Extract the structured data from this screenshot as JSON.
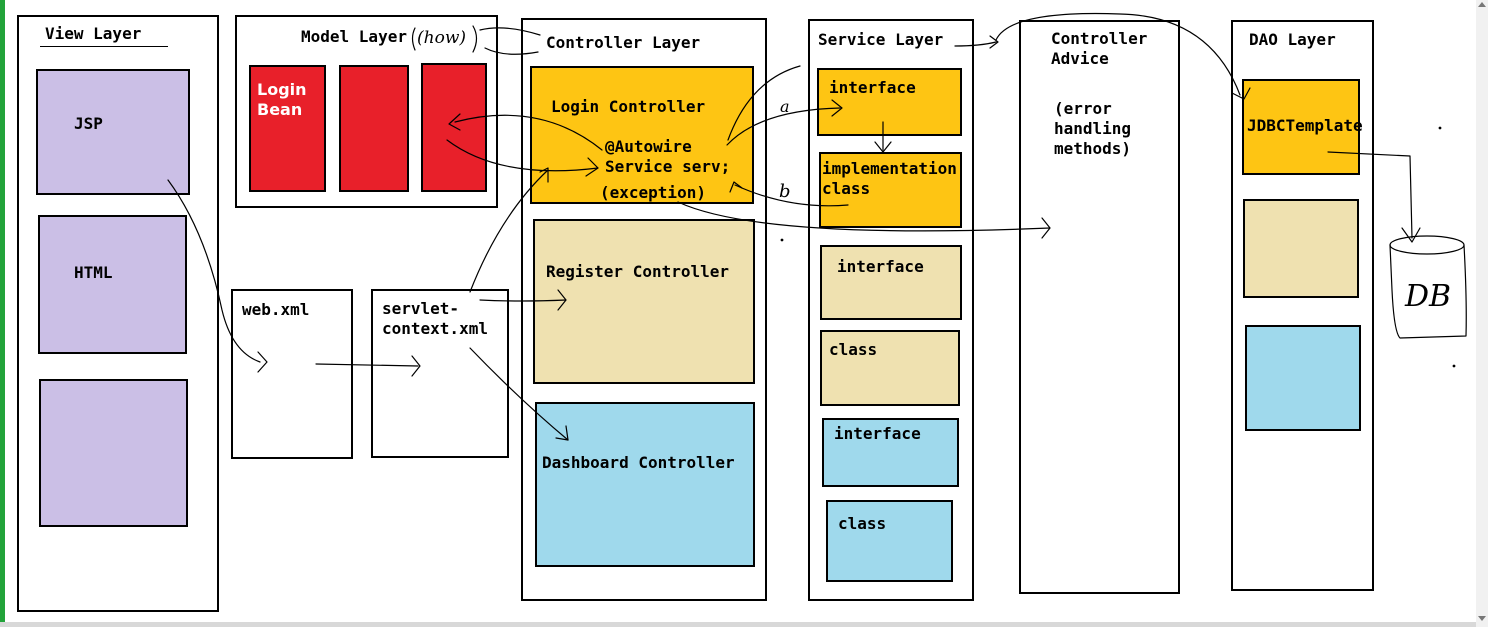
{
  "view_layer": {
    "title": "View Layer",
    "items": [
      "JSP",
      "HTML",
      ""
    ]
  },
  "model_layer": {
    "title": "Model Layer",
    "note": "(how)",
    "bean": "Login\nBean"
  },
  "config": {
    "web_xml": "web.xml",
    "servlet_context": "servlet-\ncontext.xml"
  },
  "controller_layer": {
    "title": "Controller Layer",
    "login": "Login Controller",
    "autowire": "@Autowire\nService serv;",
    "exception": "(exception)",
    "register": "Register Controller",
    "dashboard": "Dashboard Controller"
  },
  "service_layer": {
    "title": "Service Layer",
    "items": [
      "interface",
      "implementation\nclass",
      "interface",
      "class",
      "interface",
      "class"
    ],
    "mark_a": "a",
    "mark_b": "b"
  },
  "controller_advice": {
    "title": "Controller\nAdvice",
    "note": "(error\nhandling\nmethods)"
  },
  "dao_layer": {
    "title": "DAO Layer",
    "jdbc": "JDBCTemplate"
  },
  "db_label": "DB",
  "colors": {
    "view": "#cbbfe6",
    "model": "#e8202a",
    "login": "#fec513",
    "register": "#efe1b0",
    "dashboard": "#9fd9ec"
  }
}
